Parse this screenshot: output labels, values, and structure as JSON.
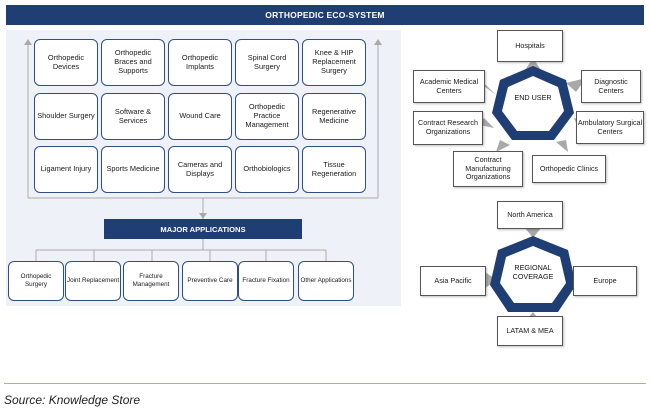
{
  "title": "ORTHOPEDIC ECO-SYSTEM",
  "segments": [
    [
      "Orthopedic Devices",
      "Orthopedic Braces and Supports",
      "Orthopedic Implants",
      "Spinal Cord Surgery",
      "Knee & HIP Replacement Surgery"
    ],
    [
      "Shoulder Surgery",
      "Software & Services",
      "Wound Care",
      "Orthopedic Practice Management",
      "Regenerative Medicine"
    ],
    [
      "Ligament Injury",
      "Sports Medicine",
      "Cameras and Displays",
      "Orthobiologics",
      "Tissue Regeneration"
    ]
  ],
  "major_applications": {
    "label": "MAJOR APPLICATIONS",
    "items": [
      "Orthopedic Surgery",
      "Joint Replacement",
      "Fracture Management",
      "Preventive Care",
      "Fracture Fixation",
      "Other Applications"
    ]
  },
  "end_user": {
    "hub": "END USER",
    "items": {
      "top": "Hospitals",
      "upper_left": "Academic Medical Centers",
      "upper_right": "Diagnostic Centers",
      "mid_left": "Contract Research Organizations",
      "mid_right": "Ambulatory Surgical Centers",
      "lower_left": "Contract Manufacturing Organizations",
      "lower_right": "Orthopedic Clinics"
    }
  },
  "regional": {
    "hub": "REGIONAL COVERAGE",
    "items": {
      "top": "North America",
      "left": "Asia Pacific",
      "right": "Europe",
      "bottom": "LATAM & MEA"
    }
  },
  "source": "Source: Knowledge Store",
  "colors": {
    "navy": "#1f3e74",
    "hub_dark": "#1f3e74",
    "panel_bg": "#eef2f8",
    "connector": "#a9a9a9",
    "rule": "#c9a77a"
  }
}
